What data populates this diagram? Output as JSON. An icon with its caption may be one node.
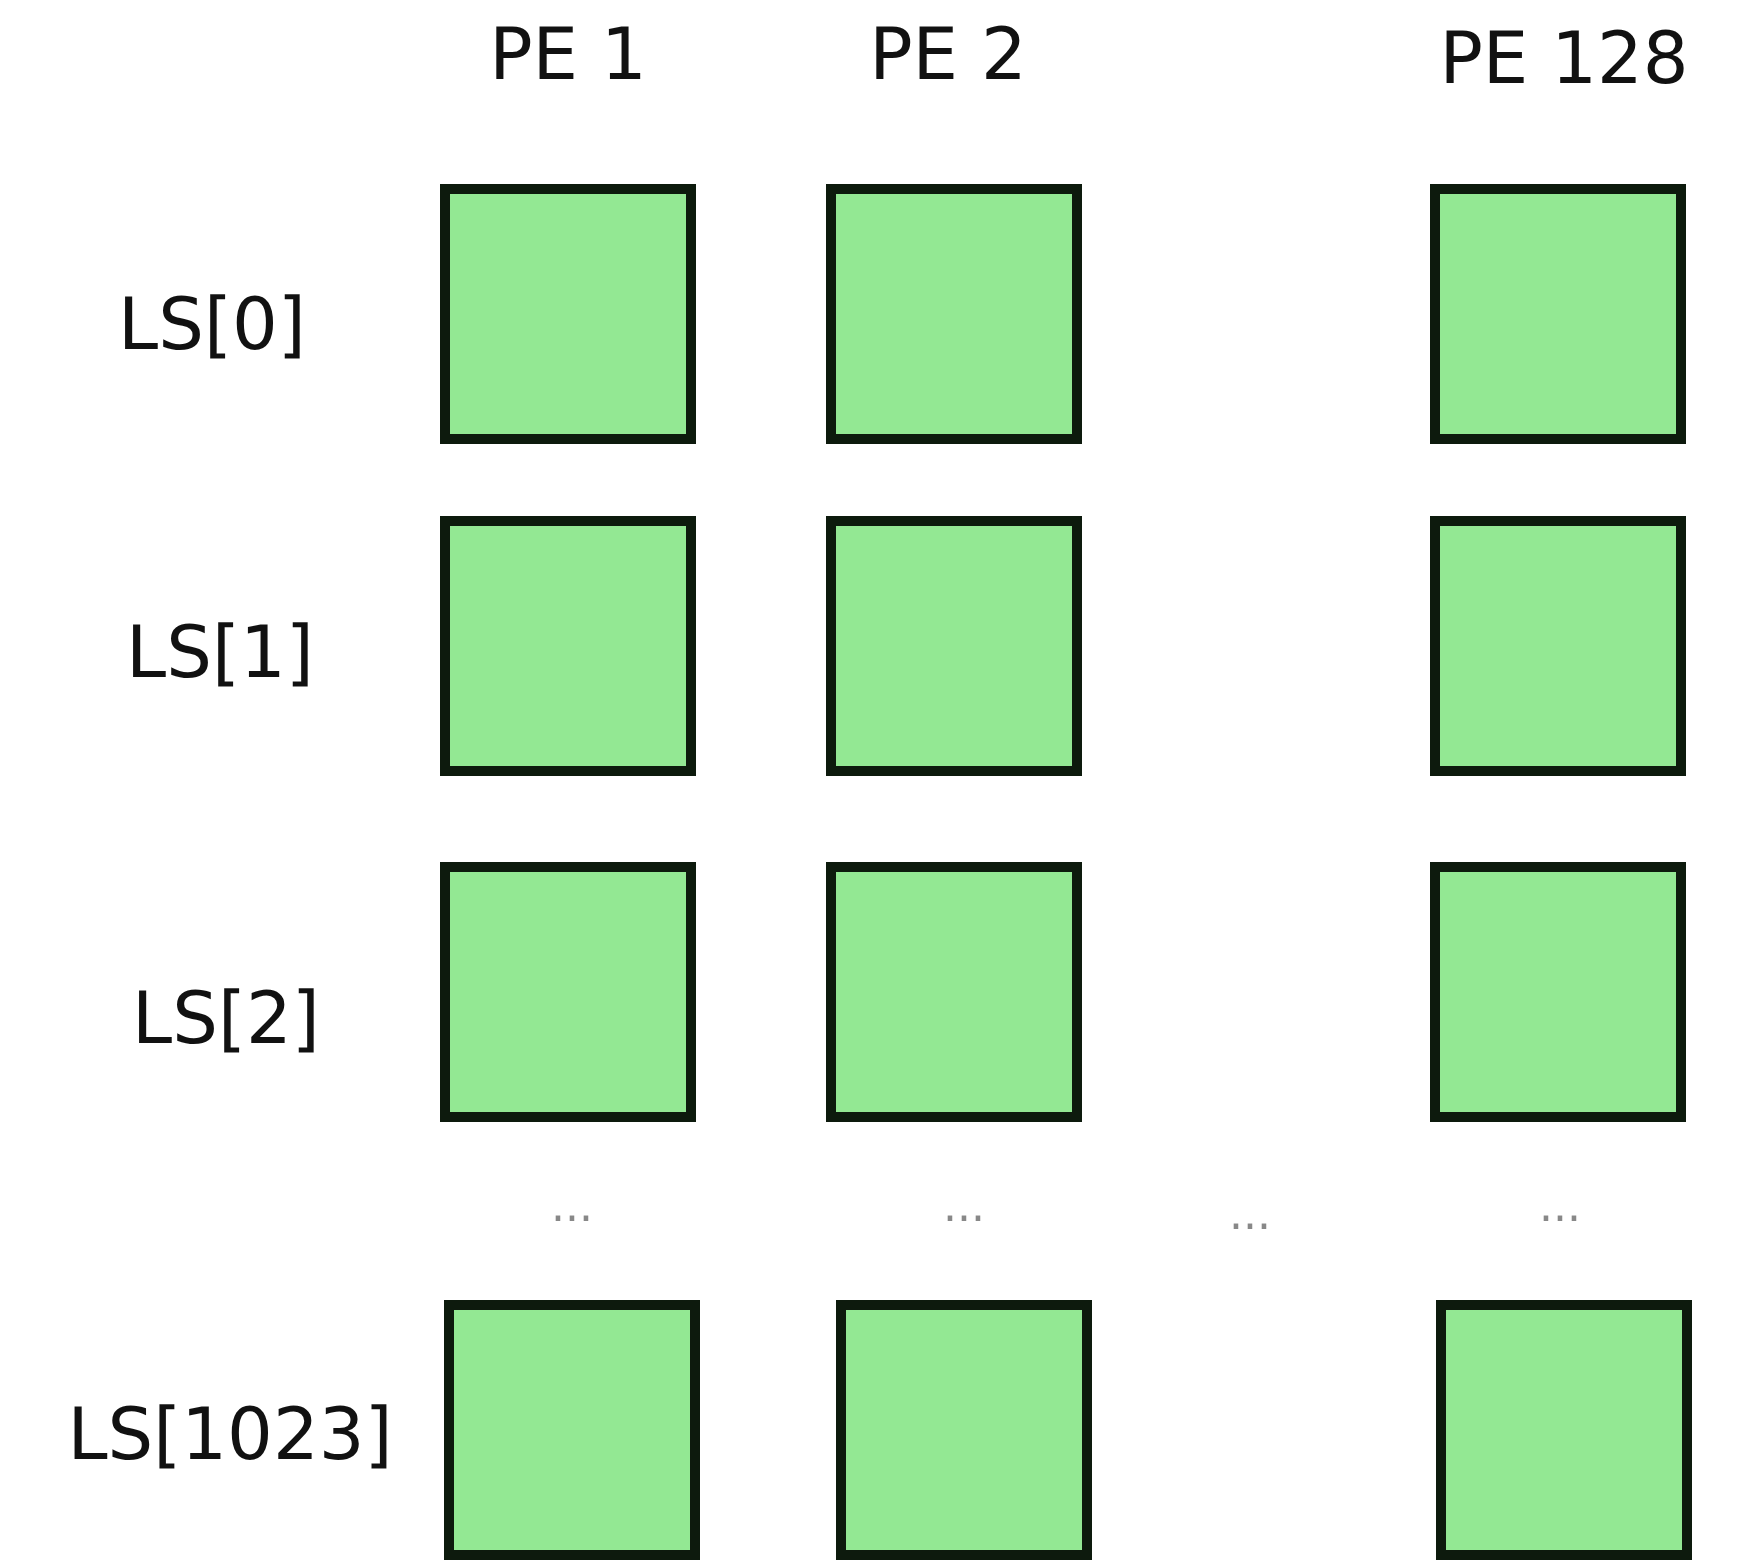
{
  "diagram": {
    "nodes": [
      {
        "text": [],
        "shape": "box"
      },
      {
        "text": [],
        "shape": "box"
      },
      {
        "text": [],
        "shape": "box"
      },
      {
        "text": [],
        "shape": "box"
      },
      {
        "text": [],
        "shape": "box"
      },
      {
        "text": [],
        "shape": "box"
      },
      {
        "text": [],
        "shape": "box"
      },
      {
        "text": [],
        "shape": "box"
      },
      {
        "text": [],
        "shape": "box"
      },
      {
        "text": [],
        "shape": "box"
      },
      {
        "text": [],
        "shape": "box"
      },
      {
        "text": [],
        "shape": "box"
      }
    ],
    "labels": [
      "PE 1",
      "PE 2",
      "PE 128",
      "LS[0]",
      "LS[1]",
      "LS[2]",
      "...",
      "...",
      "...",
      "...",
      "LS[1023]"
    ]
  }
}
